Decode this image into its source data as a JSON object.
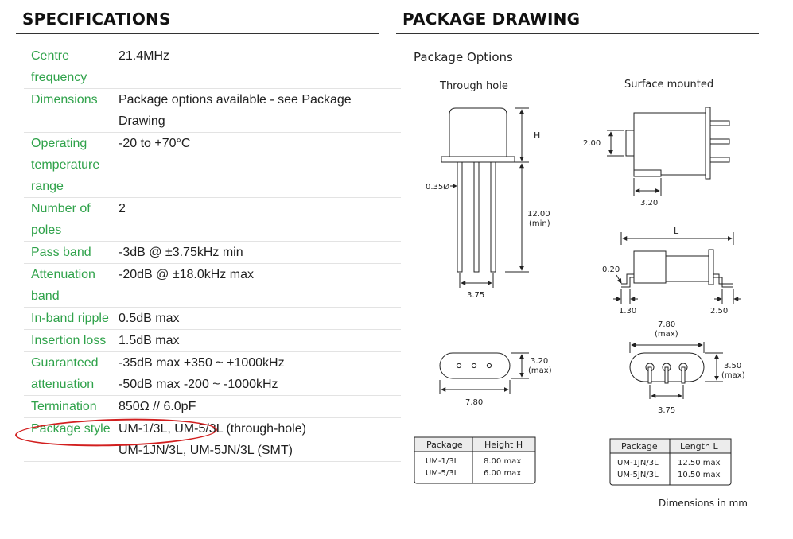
{
  "specifications": {
    "heading": "SPECIFICATIONS",
    "rows": [
      {
        "label": "Centre frequency",
        "values": [
          "21.4MHz"
        ]
      },
      {
        "label": "Dimensions",
        "values": [
          "Package options available - see Package Drawing"
        ]
      },
      {
        "label": "Operating temperature range",
        "values": [
          "-20 to +70°C"
        ]
      },
      {
        "label": "Number of poles",
        "values": [
          "2"
        ]
      },
      {
        "label": "Pass band",
        "values": [
          "-3dB @ ±3.75kHz min"
        ]
      },
      {
        "label": "Attenuation band",
        "values": [
          "-20dB @ ±18.0kHz max"
        ]
      },
      {
        "label": "In-band ripple",
        "values": [
          "0.5dB max"
        ]
      },
      {
        "label": "Insertion loss",
        "values": [
          "1.5dB max"
        ]
      },
      {
        "label": "Guaranteed attenuation",
        "values": [
          "-35dB max +350 ~ +1000kHz",
          "-50dB max -200 ~ -1000kHz"
        ]
      },
      {
        "label": "Termination",
        "values": [
          "850Ω // 6.0pF"
        ]
      },
      {
        "label": "Package style",
        "values": [
          "UM-1/3L, UM-5/3L (through-hole)",
          "UM-1JN/3L, UM-5JN/3L (SMT)"
        ]
      }
    ]
  },
  "package_drawing": {
    "heading": "PACKAGE DRAWING",
    "subtitle": "Package Options",
    "through_hole": {
      "title": "Through hole",
      "dims": {
        "h": "H",
        "lead_dia": "0.35Ø",
        "lead_len": "12.00",
        "lead_len_note": "(min)",
        "pitch": "3.75",
        "body_h": "3.20",
        "body_h_note": "(max)",
        "body_w": "7.80"
      },
      "table": {
        "headers": [
          "Package",
          "Height H"
        ],
        "rows": [
          [
            "UM-1/3L",
            "8.00 max"
          ],
          [
            "UM-5/3L",
            "6.00 max"
          ]
        ]
      }
    },
    "surface_mounted": {
      "title": "Surface mounted",
      "dims": {
        "side_h": "2.00",
        "side_w": "3.20",
        "l": "L",
        "thickness": "0.20",
        "left": "1.30",
        "right": "2.50",
        "width": "7.80",
        "width_note": "(max)",
        "height": "3.50",
        "height_note": "(max)",
        "pitch": "3.75"
      },
      "table": {
        "headers": [
          "Package",
          "Length L"
        ],
        "rows": [
          [
            "UM-1JN/3L",
            "12.50 max"
          ],
          [
            "UM-5JN/3L",
            "10.50 max"
          ]
        ]
      }
    },
    "footnote": "Dimensions in mm"
  },
  "colors": {
    "label_green": "#2fa24a",
    "highlight_red": "#d21f1f"
  }
}
